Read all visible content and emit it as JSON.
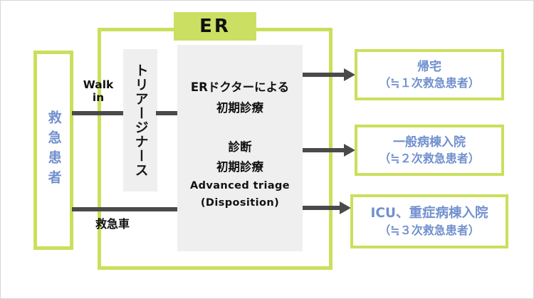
{
  "diagram": {
    "er_section": {
      "header_label": "ER"
    },
    "patient_box": {
      "label": "救急患者"
    },
    "triage_box": {
      "label": "トリアージナース"
    },
    "er_doctor_box": {
      "primary_line1": "ERドクターによる",
      "primary_line2": "初期診療",
      "secondary_line1": "診断",
      "secondary_line2": "初期診療",
      "secondary_line3": "Advanced triage",
      "secondary_line4": "(Disposition)"
    },
    "connectors": {
      "walk_in_line1": "Walk",
      "walk_in_line2": "in",
      "ambulance": "救急車"
    },
    "outcomes": [
      {
        "title": "帰宅",
        "subtitle": "（≒１次救急患者）"
      },
      {
        "title": "一般病棟入院",
        "subtitle": "（≒２次救急患者）"
      },
      {
        "title": "ICU、重症病棟入院",
        "subtitle": "（≒３次救急患者）"
      }
    ],
    "colors": {
      "green_border": "#cbdf5c",
      "green_fill": "#cbdf63",
      "blue_text": "#7190cf",
      "gray_box": "#efefef",
      "connector_gray": "#4a4a4a"
    }
  }
}
